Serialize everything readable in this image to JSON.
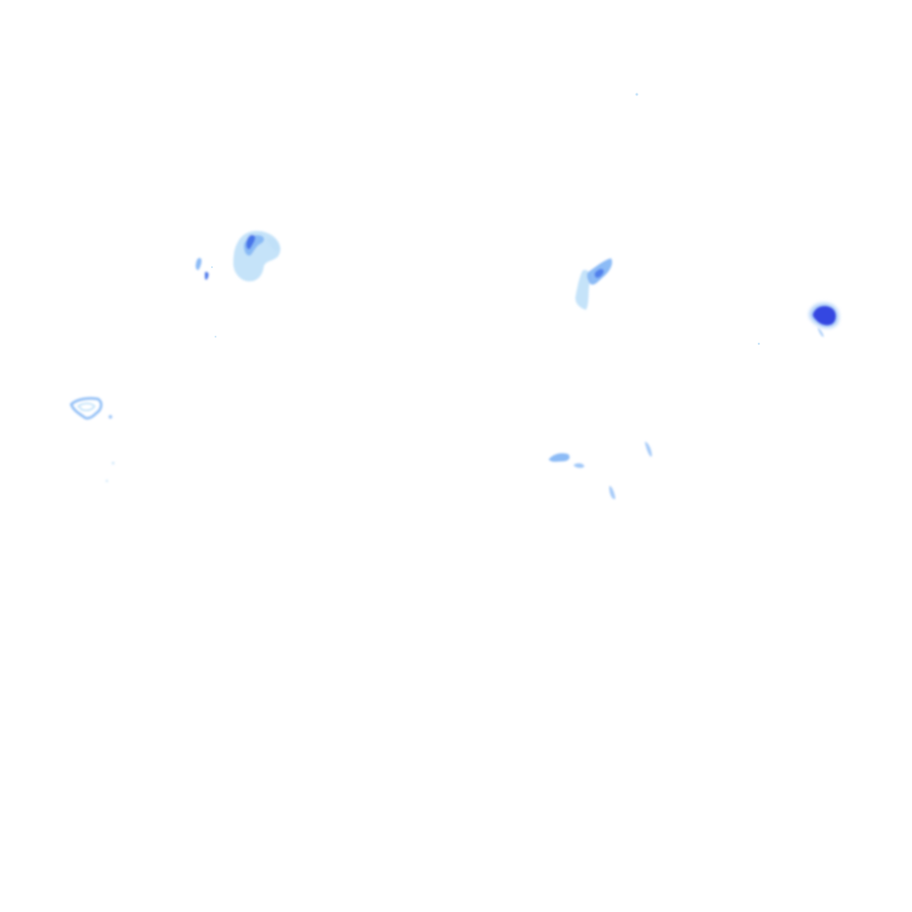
{
  "layer": {
    "kind": "precipitation-radar-overlay",
    "background": "#ffffff",
    "palette": {
      "light": "#bfe0f8",
      "medium": "#7fb4f5",
      "strong": "#3f6de8",
      "heavy": "#2f3fe0"
    },
    "cells": [
      {
        "id": "cell-top-left-large",
        "intensity": "medium"
      },
      {
        "id": "cell-top-left-small",
        "intensity": "medium"
      },
      {
        "id": "cell-center-right",
        "intensity": "medium"
      },
      {
        "id": "cell-far-right",
        "intensity": "heavy"
      },
      {
        "id": "cell-left-mid",
        "intensity": "light"
      },
      {
        "id": "cell-center-lower",
        "intensity": "medium"
      },
      {
        "id": "cell-center-lower-right",
        "intensity": "light"
      },
      {
        "id": "cell-center-lower-bottom",
        "intensity": "light"
      },
      {
        "id": "specks",
        "intensity": "light"
      }
    ]
  }
}
